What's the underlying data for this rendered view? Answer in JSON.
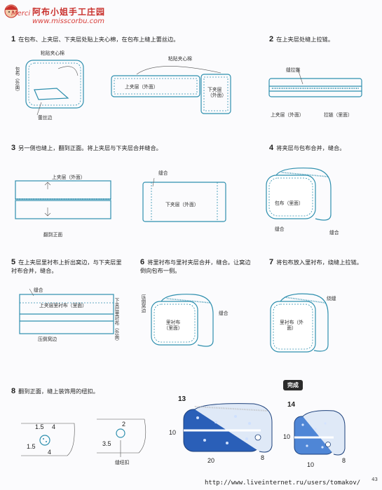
{
  "watermark": {
    "site_cn": "阿布小姐手工庄园",
    "url": "www.misscorbu.com",
    "corner": "Merci",
    "bottom_url": "http://www.liveinternet.ru/users/tomakov/"
  },
  "page_number": "43",
  "steps": [
    {
      "n": "1",
      "text": "在包布、上夹层、下夹层处贴上夹心棉，在包布上缝上蕾丝边。"
    },
    {
      "n": "2",
      "text": "在上夹层处缝上拉链。"
    },
    {
      "n": "3",
      "text": "另一侧也缝上，翻到正面。将上夹层与下夹层合并缝合。"
    },
    {
      "n": "4",
      "text": "将夹层与包布合并，缝合。"
    },
    {
      "n": "5",
      "text": "在上夹层里衬布上折出窝边，与下夹层里衬布合并，缝合。"
    },
    {
      "n": "6",
      "text": "将里衬布与里衬夹层合并，缝合。让窝边倒向包布一侧。"
    },
    {
      "n": "7",
      "text": "将包布放入里衬布，绕缝上拉链。"
    },
    {
      "n": "8",
      "text": "翻到正面，缝上装饰用的纽扣。"
    }
  ],
  "labels": {
    "s1_pad": "粘贴夹心棉",
    "s1_body": "包布（外面）",
    "s1_lace": "蕾丝边",
    "s1_pad2": "粘贴夹心棉",
    "s1_upper": "上夹层（外面）",
    "s1_lower": "下夹层（外面）",
    "s2_sew": "缝拉链",
    "s2_upper": "上夹层（外面）",
    "s2_zip": "拉链（里面）",
    "s3_upper": "上夹层（外面）",
    "s3_flip": "翻到正面",
    "s3_seam": "缝合",
    "s3_lower": "下夹层（外面）",
    "s4_body": "包布（里面）",
    "s4_seam": "缝合",
    "s4_seam2": "缝合",
    "s5_seam": "缝合",
    "s5_upper": "上夹层里衬布（里面）",
    "s5_lower": "下夹层里衬布（外面）",
    "s5_fold": "压倒窝边",
    "s6_fold": "压倒窝边",
    "s6_lining": "里衬布（里面）",
    "s6_seam": "缝合",
    "s7_stitch": "绕缝",
    "s7_lining": "里衬布（外面）"
  },
  "step8_dims": {
    "a": "1.5",
    "b": "4",
    "c": "1.5",
    "d": "4",
    "e": "2",
    "f": "3.5",
    "button": "缝纽扣"
  },
  "finished": {
    "badge": "完成",
    "item13": {
      "id": "13",
      "height": "10",
      "width": "20",
      "depth": "8"
    },
    "item14": {
      "id": "14",
      "height": "10",
      "width": "10",
      "depth": "8"
    }
  },
  "colors": {
    "line": "#2e8fae",
    "fabric13": "#2a5fb8",
    "fabric14": "#4f86d6",
    "watermark": "#c9302c"
  }
}
